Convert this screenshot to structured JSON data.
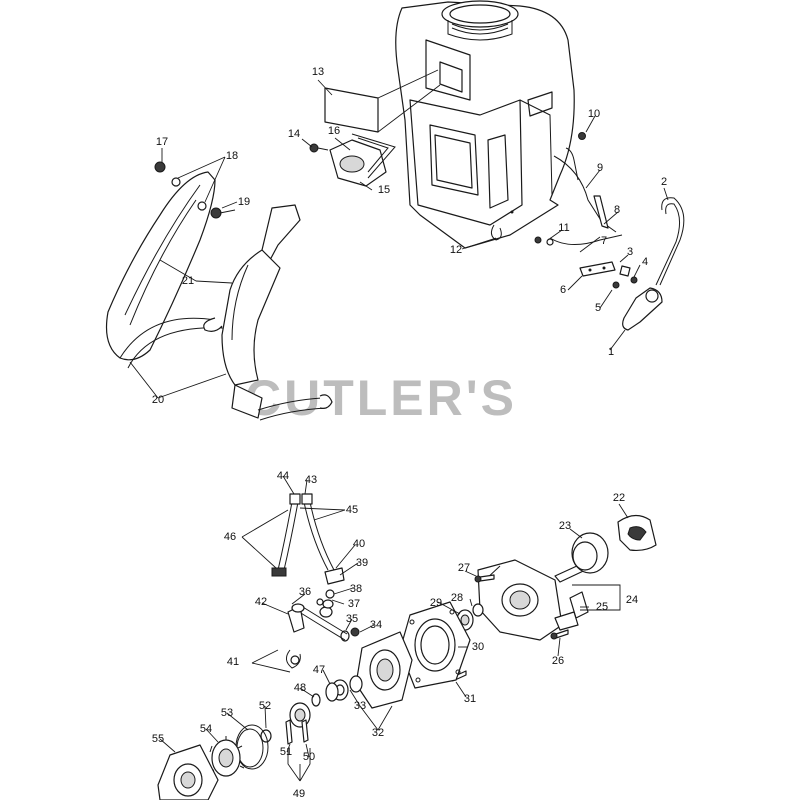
{
  "watermark": "CUTLER'S",
  "callouts": [
    "1",
    "2",
    "3",
    "4",
    "5",
    "6",
    "7",
    "8",
    "9",
    "10",
    "11",
    "12",
    "13",
    "14",
    "15",
    "16",
    "17",
    "18",
    "19",
    "20",
    "21",
    "22",
    "23",
    "24",
    "25",
    "26",
    "27",
    "28",
    "29",
    "30",
    "31",
    "32",
    "33",
    "34",
    "35",
    "36",
    "37",
    "38",
    "39",
    "40",
    "41",
    "42",
    "43",
    "44",
    "45",
    "46",
    "47",
    "48",
    "49",
    "50",
    "51",
    "52",
    "53",
    "54",
    "55"
  ]
}
